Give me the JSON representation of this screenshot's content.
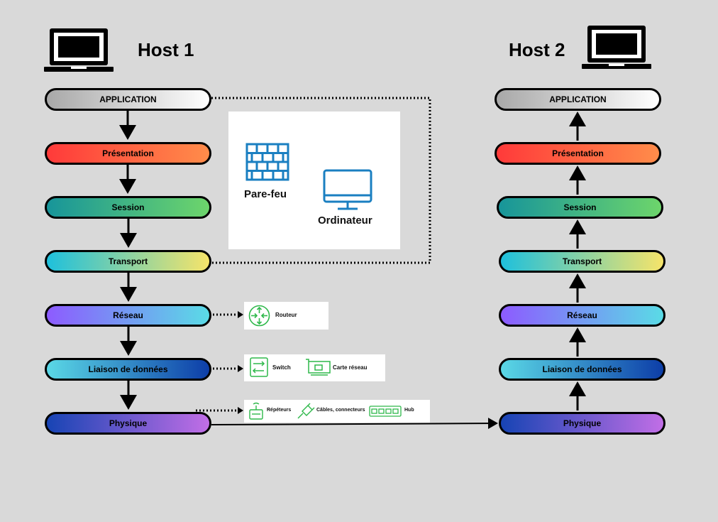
{
  "host1": {
    "title": "Host 1"
  },
  "host2": {
    "title": "Host 2"
  },
  "layers": [
    {
      "key": "app",
      "label": "APPLICATION"
    },
    {
      "key": "pres",
      "label": "Présentation"
    },
    {
      "key": "sess",
      "label": "Session"
    },
    {
      "key": "trans",
      "label": "Transport"
    },
    {
      "key": "res",
      "label": "Réseau"
    },
    {
      "key": "liai",
      "label": "Liaison de données"
    },
    {
      "key": "phys",
      "label": "Physique"
    }
  ],
  "devices": {
    "firewall": "Pare-feu",
    "computer": "Ordinateur",
    "router": "Routeur",
    "switch": "Switch",
    "nic": "Carte réseau",
    "repeaters": "Répéteurs",
    "cables": "Câbles, connecteurs",
    "hub": "Hub"
  },
  "colors": {
    "icon_blue": "#1a7fc1",
    "icon_green": "#2eb84a",
    "background": "#d9d9d9"
  }
}
